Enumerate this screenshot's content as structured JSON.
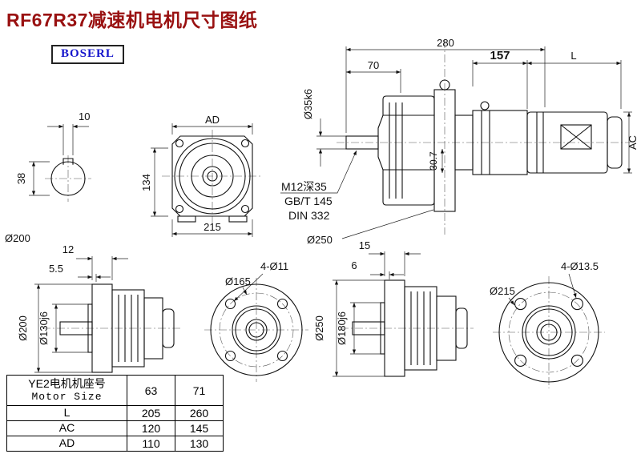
{
  "page": {
    "title": "RF67R37减速机电机尺寸图纸",
    "logo": "BOSERL"
  },
  "shaft_section": {
    "dim_width": "10",
    "dim_height": "38",
    "label_diameter": "Ø200"
  },
  "flange_front": {
    "dim_top": "AD",
    "dim_left": "134",
    "dim_bottom": "215"
  },
  "assembly": {
    "dim_total": "280",
    "dim_front": "70",
    "dim_mid": "157",
    "dim_motor": "L",
    "shaft_label": "Ø35k6",
    "dim_height": "AC",
    "dim_inner": "30.7",
    "note_thread": "M12深35",
    "note_standard": "GB/T 145",
    "note_din": "DIN 332",
    "flange_label": "Ø250"
  },
  "side_left": {
    "dim_flange": "12",
    "dim_step": "5.5",
    "label_od": "Ø200",
    "label_pilot": "Ø130j6"
  },
  "front_left": {
    "label_holes": "4-Ø11",
    "label_bolt_circle": "Ø165"
  },
  "side_right": {
    "dim_flange": "15",
    "dim_step": "6",
    "label_od": "Ø250",
    "label_pilot": "Ø180j6"
  },
  "front_right": {
    "label_holes": "4-Ø13.5",
    "label_bolt_circle": "Ø215"
  },
  "table": {
    "header_cn": "YE2电机机座号",
    "header_en": "Motor Size",
    "sizes": [
      "63",
      "71"
    ],
    "rows": [
      {
        "label": "L",
        "values": [
          "205",
          "260"
        ]
      },
      {
        "label": "AC",
        "values": [
          "120",
          "145"
        ]
      },
      {
        "label": "AD",
        "values": [
          "110",
          "130"
        ]
      }
    ]
  }
}
